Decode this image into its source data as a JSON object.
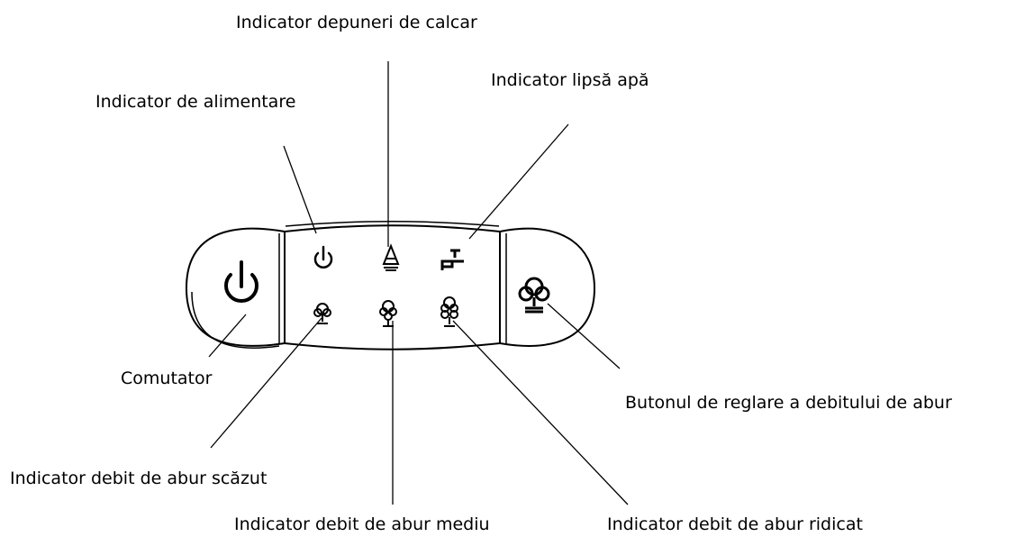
{
  "labels": {
    "scale_indicator": "Indicator depuneri de calcar",
    "no_water_indicator": "Indicator lipsă apă",
    "power_indicator": "Indicator de alimentare",
    "switch": "Comutator",
    "steam_button": "Butonul de reglare a debitului de abur",
    "low_steam_indicator": "Indicator debit de abur scăzut",
    "medium_steam_indicator": "Indicator debit de abur mediu",
    "high_steam_indicator": "Indicator debit de abur ridicat"
  },
  "icons": {
    "power_switch": "power-icon",
    "power_indicator": "power-icon",
    "scale_indicator": "iron-scale-icon",
    "no_water_indicator": "water-tap-icon",
    "low_steam": "steam-cloud-low-icon",
    "medium_steam": "steam-cloud-medium-icon",
    "high_steam": "steam-cloud-high-icon",
    "steam_button": "steam-cloud-button-icon"
  },
  "colors": {
    "line": "#000000",
    "text": "#000000",
    "background": "#ffffff"
  }
}
